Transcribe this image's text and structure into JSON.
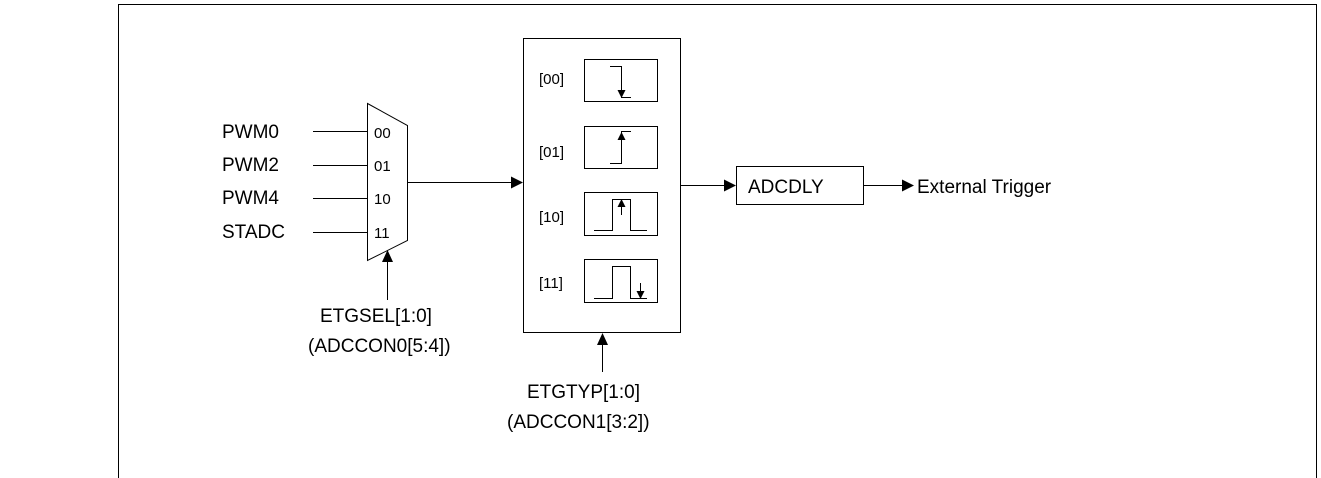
{
  "inputs": [
    {
      "label": "PWM0",
      "code": "00"
    },
    {
      "label": "PWM2",
      "code": "01"
    },
    {
      "label": "PWM4",
      "code": "10"
    },
    {
      "label": "STADC",
      "code": "11"
    }
  ],
  "mux_select": {
    "line1": "ETGSEL[1:0]",
    "line2": "(ADCCON0[5:4])"
  },
  "edge_types": [
    {
      "code": "[00]",
      "icon": "falling-edge-icon"
    },
    {
      "code": "[01]",
      "icon": "rising-edge-icon"
    },
    {
      "code": "[10]",
      "icon": "pulse-rising-edge-icon"
    },
    {
      "code": "[11]",
      "icon": "pulse-falling-edge-icon"
    }
  ],
  "type_select": {
    "line1": "ETGTYP[1:0]",
    "line2": "(ADCCON1[3:2])"
  },
  "delay_block": {
    "label": "ADCDLY"
  },
  "output": {
    "label": "External Trigger"
  }
}
